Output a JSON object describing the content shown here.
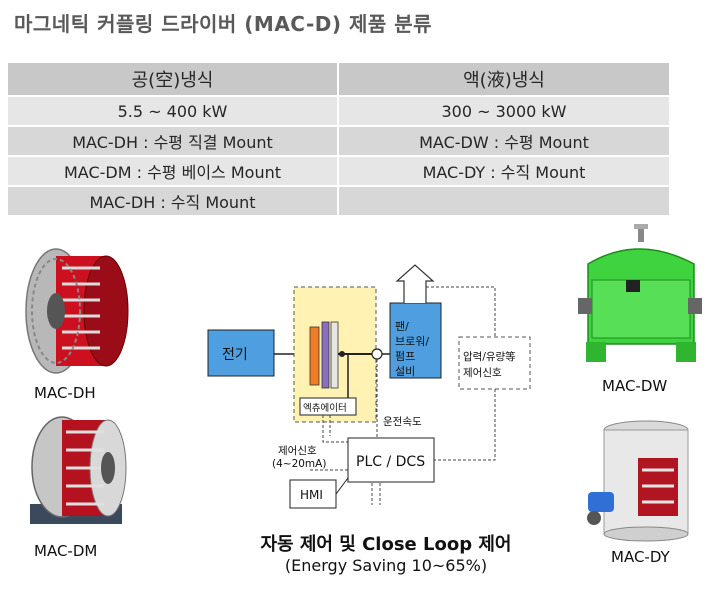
{
  "title": "마그네틱 커플링 드라이버 (MAC-D) 제품 분류",
  "table": {
    "headers": [
      "공(空)냉식",
      "액(液)냉식"
    ],
    "rows": [
      [
        "5.5 ~ 400 kW",
        "300 ~ 3000 kW"
      ],
      [
        "MAC-DH : 수평 직결 Mount",
        "MAC-DW : 수평 Mount"
      ],
      [
        "MAC-DM : 수평 베이스 Mount",
        "MAC-DY : 수직 Mount"
      ],
      [
        "MAC-DH : 수직 Mount",
        ""
      ]
    ]
  },
  "products": {
    "dh": "MAC-DH",
    "dm": "MAC-DM",
    "dw": "MAC-DW",
    "dy": "MAC-DY"
  },
  "diagram": {
    "power": "전기",
    "fan_line1": "팬/",
    "fan_line2": "브로워/",
    "fan_line3": "펌프",
    "fan_line4": "설비",
    "sensor_line1": "압력/유량等",
    "sensor_line2": "제어신호",
    "actuator": "엑츄에이터",
    "speed": "운전속도",
    "control_line1": "제어신호",
    "control_line2": "(4~20mA)",
    "plc": "PLC / DCS",
    "hmi": "HMI"
  },
  "footer": {
    "line1": "자동 제어 및 Close Loop 제어",
    "line2": "(Energy Saving 10~65%)"
  },
  "colors": {
    "header_bg": "#c8c8c8",
    "row_light": "#e6e6e6",
    "row_dark": "#d7d7d7",
    "box_blue": "#4f9fe0",
    "coupling_yellow": "#fff2b3",
    "coupling_orange": "#ef7d22",
    "coupling_purple": "#8a6fc0",
    "motor_red": "#c8102e",
    "motor_green": "#4fd44f"
  }
}
